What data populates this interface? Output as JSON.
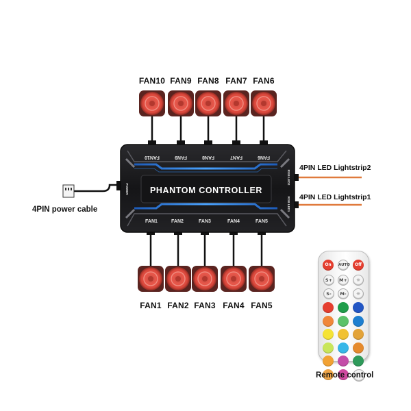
{
  "top_fans": [
    "FAN10",
    "FAN9",
    "FAN8",
    "FAN7",
    "FAN6"
  ],
  "bottom_fans": [
    "FAN1",
    "FAN2",
    "FAN3",
    "FAN4",
    "FAN5"
  ],
  "controller": {
    "title": "PHANTOM CONTROLLER",
    "top_ports": [
      "FAN10",
      "FAN9",
      "FAN8",
      "FAN7",
      "FAN6"
    ],
    "bottom_ports": [
      "FAN1",
      "FAN2",
      "FAN3",
      "FAN4",
      "FAN5"
    ],
    "left_port_label": "POWER",
    "right_port_labels": [
      "RGB LED2",
      "RGB LED1"
    ]
  },
  "cables": {
    "lightstrip2": "4PIN LED Lightstrip2",
    "lightstrip1": "4PIN LED Lightstrip1",
    "power": "4PIN power cable"
  },
  "remote": {
    "label": "Remote control",
    "top_row": [
      "On",
      "AUTO",
      "Off"
    ],
    "white_rows": [
      [
        "S+",
        "M+",
        "☼"
      ],
      [
        "S-",
        "M-",
        "☼"
      ]
    ],
    "color_rows": [
      [
        "#e53e2f",
        "#1f9d4a",
        "#2356c4"
      ],
      [
        "#f0873a",
        "#5cc26a",
        "#1e7fd0"
      ],
      [
        "#f5e335",
        "#f1c232",
        "#e3a338"
      ],
      [
        "#c9e65a",
        "#37b7e8",
        "#e58a2d"
      ],
      [
        "#f2a233",
        "#c44da8",
        "#2e9a5a"
      ],
      [
        "#f0a64a",
        "#cf4aa0",
        "#f3f3f3"
      ]
    ],
    "accent_red": "#e53e2f"
  },
  "colors": {
    "fan_red": "#e8574a",
    "controller_body": "#1c1c1e",
    "accent_blue": "#2f7fe0",
    "cable_orange": "#e07a3c"
  }
}
